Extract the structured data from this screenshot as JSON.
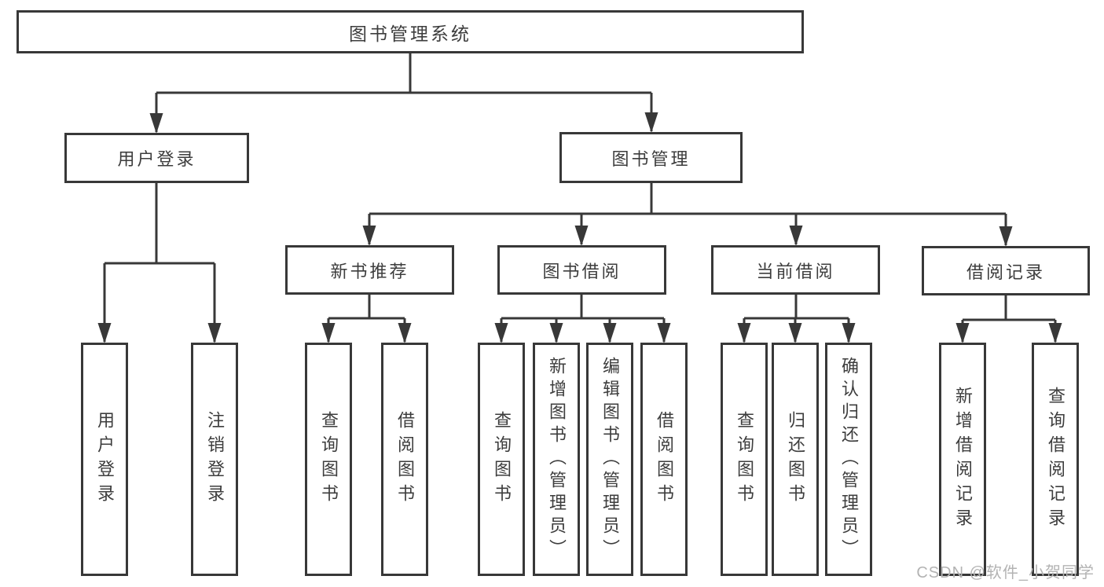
{
  "diagram": {
    "title": "图书管理系统",
    "root": {
      "label": "图书管理系统"
    },
    "level2": [
      {
        "label": "用户登录"
      },
      {
        "label": "图书管理"
      }
    ],
    "level3": [
      {
        "label": "新书推荐"
      },
      {
        "label": "图书借阅"
      },
      {
        "label": "当前借阅"
      },
      {
        "label": "借阅记录"
      }
    ],
    "leaves": [
      {
        "label": "用户登录",
        "parent": "用户登录"
      },
      {
        "label": "注销登录",
        "parent": "用户登录"
      },
      {
        "label": "查询图书",
        "parent": "新书推荐"
      },
      {
        "label": "借阅图书",
        "parent": "新书推荐"
      },
      {
        "label": "查询图书",
        "parent": "图书借阅"
      },
      {
        "label": "新增图书（管理员）",
        "parent": "图书借阅"
      },
      {
        "label": "编辑图书（管理员）",
        "parent": "图书借阅"
      },
      {
        "label": "借阅图书",
        "parent": "图书借阅"
      },
      {
        "label": "查询图书",
        "parent": "当前借阅"
      },
      {
        "label": "归还图书",
        "parent": "当前借阅"
      },
      {
        "label": "确认归还（管理员）",
        "parent": "当前借阅"
      },
      {
        "label": "新增借阅记录",
        "parent": "借阅记录"
      },
      {
        "label": "查询借阅记录",
        "parent": "借阅记录"
      }
    ]
  },
  "watermark": "CSDN @软件_小贺同学",
  "colors": {
    "line": "#383838",
    "text": "#3d3d3d",
    "watermark": "#b3b3b3",
    "background": "#ffffff"
  }
}
